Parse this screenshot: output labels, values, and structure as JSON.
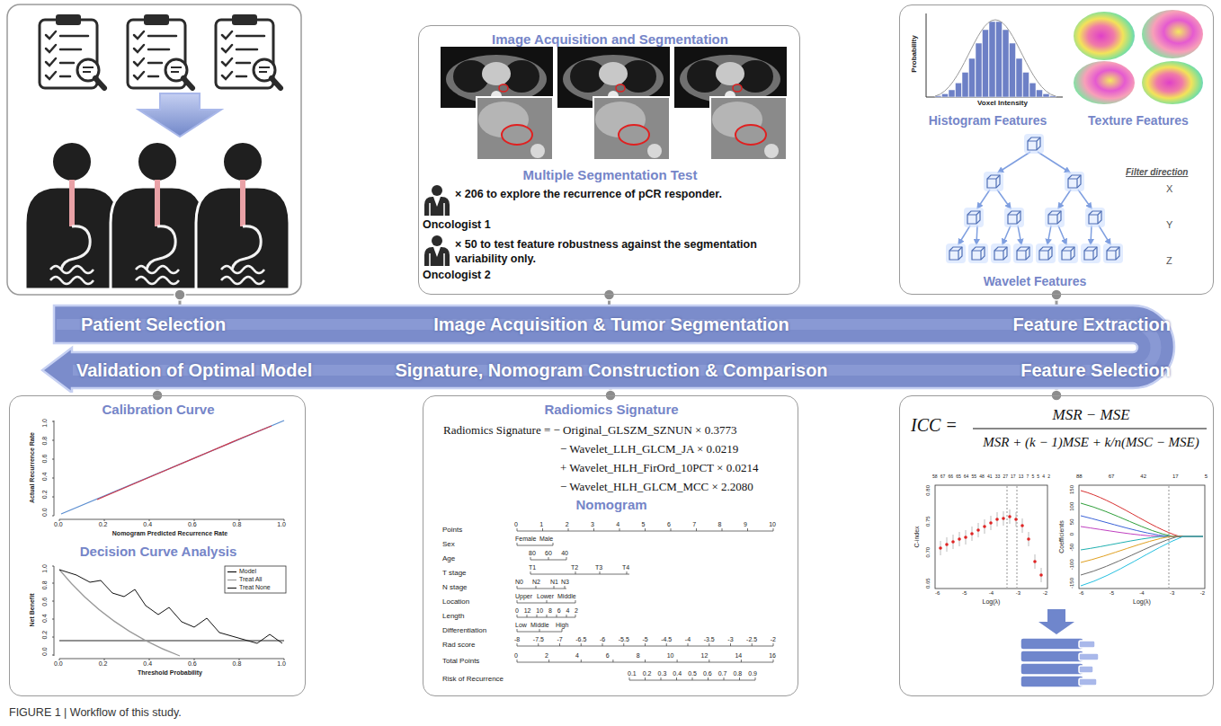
{
  "diagram": {
    "caption": "FIGURE 1 | Workflow of this study.",
    "nodes": [
      {
        "text": [
          "Image Acquisition and Segmentation",
          "Multiple Segmentation Test",
          "× 206 to explore the recurrence of pCR responder.",
          "Oncologist 1",
          "× 50 to test feature robustness against the segmentation variability only.",
          "Oncologist 2"
        ]
      },
      {
        "text": [
          "Histogram Features",
          "Texture Features",
          "Wavelet Features"
        ]
      },
      {
        "text": [
          "Patient Selection",
          "Image Acquisition & Tumor Segmentation",
          "Feature Extraction",
          "Validation of Optimal Model",
          "Signature, Nomogram Construction & Comparison",
          "Feature Selection"
        ]
      },
      {
        "text": [
          "Calibration Curve",
          "Decision Curve Analysis"
        ]
      },
      {
        "text": [
          "Radiomics Signature",
          "Radiomics Signature = − Original_GLSZM_SZNUN × 0.3773",
          "− Wavelet_LLH_GLCM_JA × 0.0219",
          "+ Wavelet_HLH_FirOrd_10PCT × 0.0214",
          "− Wavelet_HLH_GLCM_MCC × 2.2080",
          "Nomogram"
        ]
      },
      {
        "text": [
          "ICC =",
          "MSR − MSE",
          "MSR + (k − 1)MSE + k/n(MSC − MSE)"
        ]
      }
    ],
    "edges": [
      {
        "from": 0,
        "to": 2,
        "arrow": "none"
      },
      {
        "from": 1,
        "to": 2,
        "arrow": "none"
      },
      {
        "from": 3,
        "to": 2,
        "arrow": "none"
      },
      {
        "from": 4,
        "to": 2,
        "arrow": "none"
      },
      {
        "from": 5,
        "to": 2,
        "arrow": "none"
      }
    ],
    "labels": [
      "Probability",
      "Voxel Intensity",
      "Filter direction",
      "X",
      "Y",
      "Z",
      "0.0 0.2 0.4 0.6 0.8 1.0",
      "Actual Recurrence Rate",
      "0.0 0.2 0.4 0.6 0.8 1.0",
      "Nomogram Predicted Recurrence Rate",
      "0.0 0.2 0.4 0.6 0.8 1.0",
      "Net Benefit",
      "0.0 0.2 0.4 0.6 0.8 1.0",
      "Threshold Probability",
      "Points",
      "Sex",
      "Age",
      "T stage",
      "N stage",
      "Location",
      "Length",
      "Differentiation",
      "Rad score",
      "Total Points",
      "Risk of Recurrence",
      "0 1 2 3 4 5 6 7 8 9 10",
      "Male",
      "Female",
      "80 60 40",
      "T1",
      "T2",
      "T3",
      "T4",
      "N0",
      "N1",
      "N2",
      "N3",
      "Upper",
      "Lower",
      "Middle",
      "0 12 10 8 6 4 2",
      "Low",
      "Middle",
      "High",
      "-8 -7.5 -7 -6.5 -6 -5.5 -5 -4.5 -4 -3.5 -3 -2.5 -2",
      "0 2 4 6 8 10 12 14 16",
      "0.1 0.2 0.3 0.4 0.5 0.6 0.7 0.8 0.9",
      "58 67 66 65 64 55 48 41 33 27 17 13 7 5 5 4 2",
      "0.65 0.70 0.75 0.80",
      "C-index",
      "-6 -5 -4 -3 -2",
      "Log(λ)",
      "88 67 42 17 5",
      "-150 -100 -50 0 50 100 150",
      "Coefficients",
      "-6 -5 -4 -3 -2",
      "Log(λ)"
    ],
    "legend": [
      {
        "text": "Model"
      },
      {
        "text": "Treat All"
      },
      {
        "text": "Treat None"
      }
    ]
  }
}
